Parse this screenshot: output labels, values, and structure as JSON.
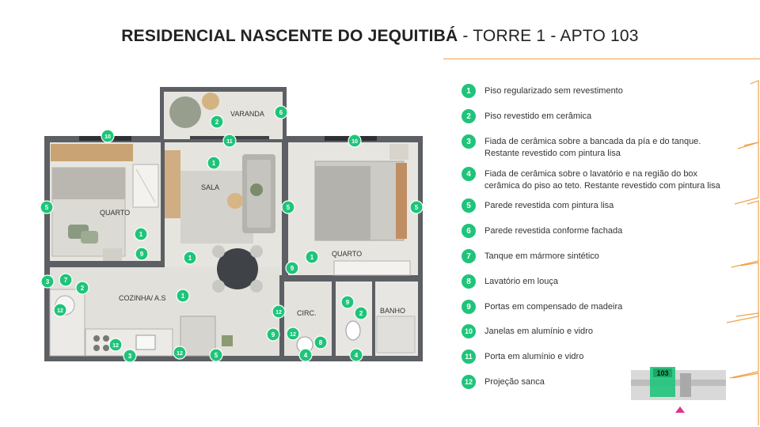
{
  "title": {
    "bold": "RESIDENCIAL NASCENTE DO JEQUITIBÁ",
    "light": " - TORRE 1 - APTO 103"
  },
  "plan_labels": {
    "varanda": "VARANDA",
    "sala": "SALA",
    "quarto_left": "QUARTO",
    "quarto_right": "QUARTO",
    "cozinha": "COZINHA/ A.S",
    "circ": "CIRC.",
    "banho": "BANHO"
  },
  "markers": [
    "1",
    "1",
    "1",
    "1",
    "1",
    "2",
    "2",
    "2",
    "3",
    "3",
    "4",
    "4",
    "5",
    "5",
    "5",
    "5",
    "6",
    "7",
    "8",
    "9",
    "9",
    "9",
    "9",
    "10",
    "10",
    "11",
    "12",
    "12",
    "12",
    "12",
    "12"
  ],
  "legend": [
    {
      "num": "1",
      "lines": [
        "Piso regularizado sem revestimento"
      ]
    },
    {
      "num": "2",
      "lines": [
        "Piso revestido em cerâmica"
      ]
    },
    {
      "num": "3",
      "lines": [
        "Fiada de cerâmica sobre a bancada da pía e do tanque.",
        "Restante revestido com pintura lisa"
      ]
    },
    {
      "num": "4",
      "lines": [
        "Fiada de cerâmica sobre o lavatório e na região do box",
        "cerâmica do piso ao teto. Restante revestido com pintura lisa"
      ]
    },
    {
      "num": "5",
      "lines": [
        "Parede revestida com pintura lisa"
      ]
    },
    {
      "num": "6",
      "lines": [
        "Parede revestida conforme fachada"
      ]
    },
    {
      "num": "7",
      "lines": [
        "Tanque em mármore sintético"
      ]
    },
    {
      "num": "8",
      "lines": [
        "Lavatório em louça"
      ]
    },
    {
      "num": "9",
      "lines": [
        "Portas em compensado de madeira"
      ]
    },
    {
      "num": "10",
      "lines": [
        "Janelas em alumínio e vidro"
      ]
    },
    {
      "num": "11",
      "lines": [
        "Porta em alumínio e vidro"
      ]
    },
    {
      "num": "12",
      "lines": [
        "Projeção sanca"
      ]
    }
  ],
  "key_plan": {
    "unit": "103"
  },
  "colors": {
    "accent_green": "#1fc47a",
    "accent_orange": "#f2a24a",
    "wall": "#5c5f63",
    "floor": "#e4e2dd",
    "arrow": "#e0338a"
  }
}
